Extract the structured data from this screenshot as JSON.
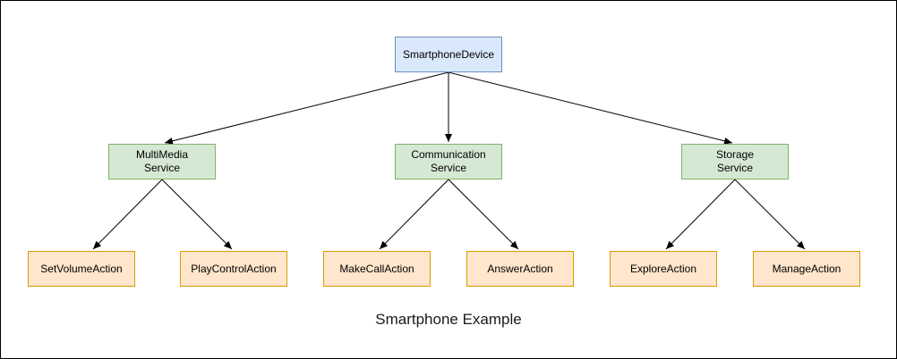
{
  "root": {
    "label": "SmartphoneDevice"
  },
  "services": [
    {
      "line1": "MultiMedia",
      "line2": "Service",
      "actions": [
        "SetVolumeAction",
        "PlayControlAction"
      ]
    },
    {
      "line1": "Communication",
      "line2": "Service",
      "actions": [
        "MakeCallAction",
        "AnswerAction"
      ]
    },
    {
      "line1": "Storage",
      "line2": "Service",
      "actions": [
        "ExploreAction",
        "ManageAction"
      ]
    }
  ],
  "caption": "Smartphone Example",
  "colors": {
    "root_fill": "#dae8fc",
    "root_stroke": "#6c8ebf",
    "service_fill": "#d5e8d4",
    "service_stroke": "#82b366",
    "action_fill": "#ffe6cc",
    "action_stroke": "#d79b00"
  }
}
